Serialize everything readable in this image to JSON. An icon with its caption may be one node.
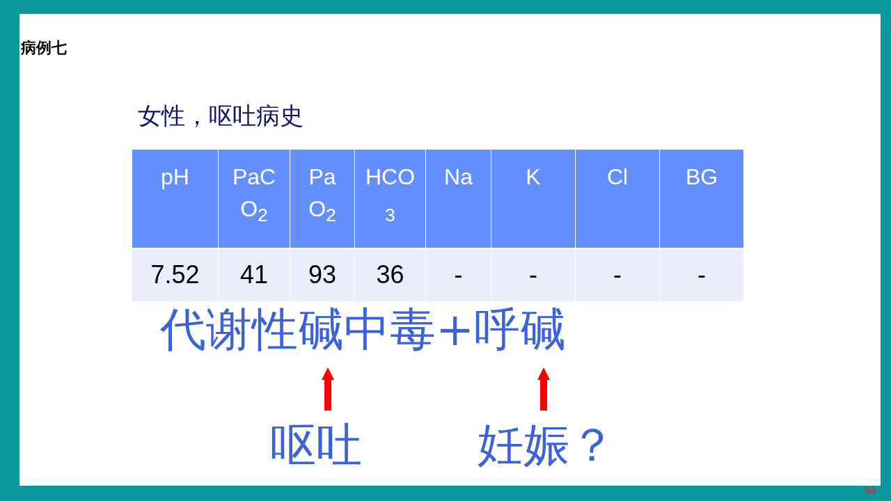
{
  "diagram": {
    "title": "病例七",
    "nodes": [
      {
        "text": [
          "代谢性碱中毒+呼碱"
        ]
      },
      {
        "text": [
          "呕吐"
        ]
      },
      {
        "text": [
          "妊娠？"
        ]
      }
    ],
    "edges": [
      {
        "from": 1,
        "to": 0,
        "arrow": "to",
        "color": "#ff0000"
      },
      {
        "from": 2,
        "to": 0,
        "arrow": "to",
        "color": "#ff0000"
      }
    ],
    "labels": [
      "女性，呕吐病史",
      "pH",
      "PaCO$_{2}$",
      "PaO$_{2}$",
      "HCO$_{3}$",
      "Na",
      "K",
      "Cl",
      "BG",
      "7.52",
      "41",
      "93",
      "36",
      "-",
      "-",
      "-",
      "-",
      "80"
    ]
  }
}
